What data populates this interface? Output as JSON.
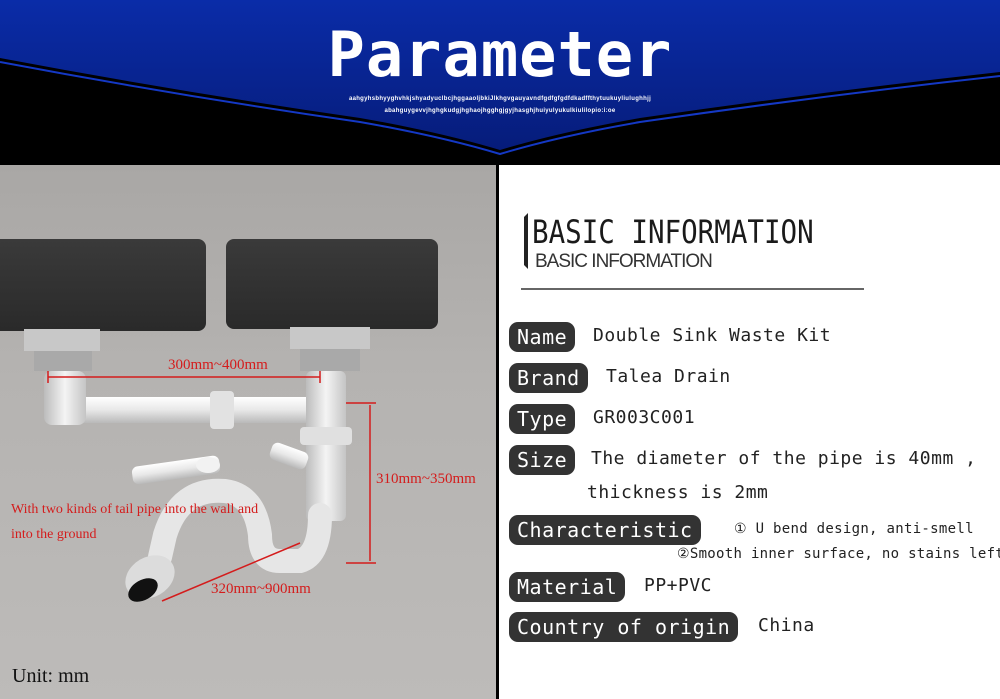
{
  "header": {
    "title": "Parameter",
    "tiny_line_1": "aahgyhsbhyyghvhkjshyadyuclbcjhggaaoljbkiJlkhgvgauyavndfgdfgfgdfdkadffthytuukuyliulughhjj",
    "tiny_line_2": "abahguygevvjhghgkudgjhghaojhgghgjgyjhasghjhuiyulyukulkiulilopio:i:oe",
    "colors": {
      "banner": "#0a2ca8",
      "banner_dark": "#061c7a",
      "background": "#000000"
    }
  },
  "photo": {
    "dim_top": "300mm~400mm",
    "dim_right": "310mm~350mm",
    "dim_bottom": "320mm~900mm",
    "tail_note": "With two kinds of tail pipe into the wall and into the ground",
    "unit": "Unit: mm",
    "colors": {
      "annotation": "#d41c1c"
    }
  },
  "info": {
    "heading": "BASIC INFORMATION",
    "subheading": "BASIC INFORMATION",
    "rows": {
      "name": {
        "label": "Name",
        "value": "Double Sink Waste Kit"
      },
      "brand": {
        "label": "Brand",
        "value": "Talea Drain"
      },
      "type": {
        "label": "Type",
        "value": "GR003C001"
      },
      "size": {
        "label": "Size",
        "value_1": "The diameter of the pipe is 40mm ,",
        "value_2": "thickness is 2mm"
      },
      "characteristic": {
        "label": "Characteristic",
        "value_1": "① U bend design, anti-smell",
        "value_2": "②Smooth inner surface, no stains left"
      },
      "material": {
        "label": "Material",
        "value": "PP+PVC"
      },
      "origin": {
        "label": "Country of origin",
        "value": "China"
      }
    },
    "colors": {
      "tag_bg": "#333333",
      "tag_text": "#ffffff"
    }
  }
}
